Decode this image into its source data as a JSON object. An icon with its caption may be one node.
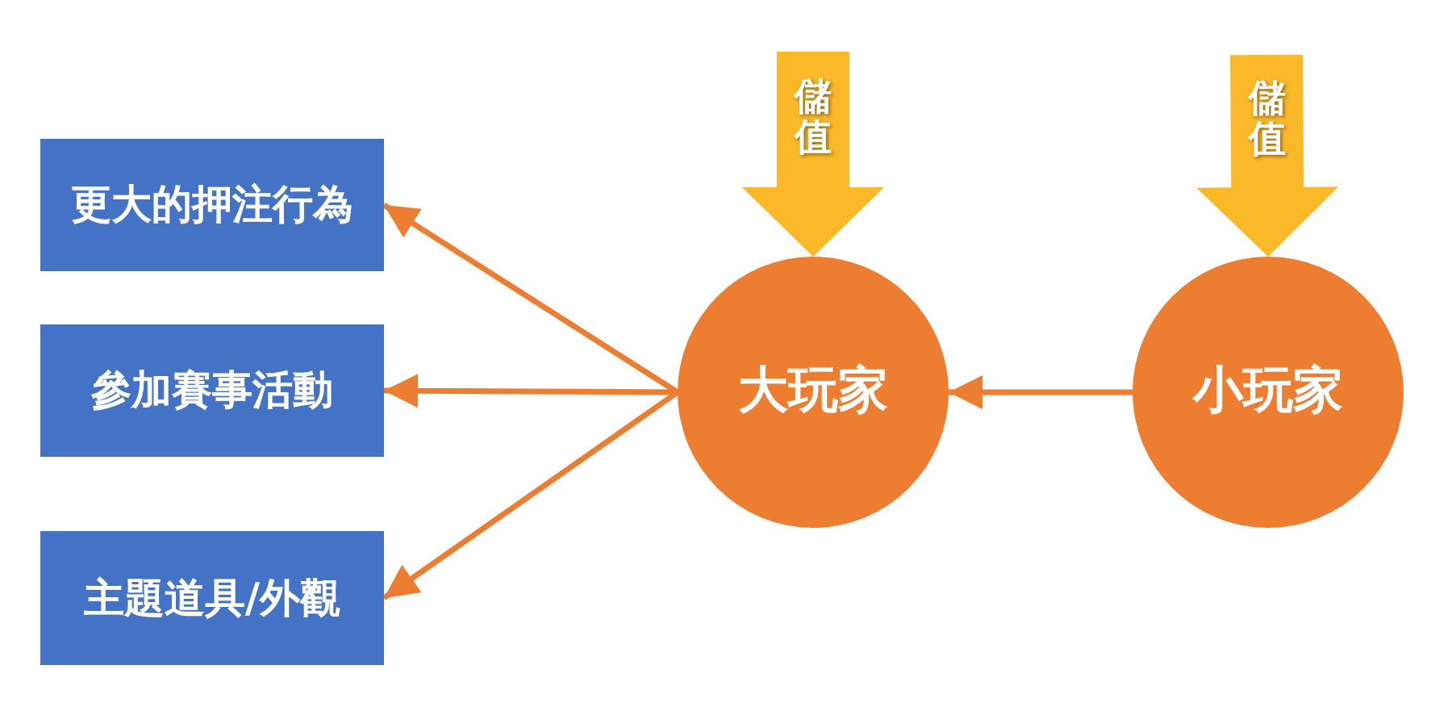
{
  "diagram": {
    "nodes": [
      {
        "text": [
          "更大的押注行為"
        ]
      },
      {
        "text": [
          "參加賽事活動"
        ]
      },
      {
        "text": [
          "主題道具/外觀"
        ]
      },
      {
        "text": [
          "大玩家"
        ]
      },
      {
        "text": [
          "小玩家"
        ]
      }
    ],
    "edges": [
      {
        "from": 3,
        "to": 0,
        "arrow": "to"
      },
      {
        "from": 3,
        "to": 1,
        "arrow": "to"
      },
      {
        "from": 3,
        "to": 2,
        "arrow": "to"
      },
      {
        "from": 4,
        "to": 3,
        "arrow": "to"
      },
      {
        "from": null,
        "to": 3,
        "arrow": "to",
        "label": "儲值",
        "style": "thick",
        "color": "#fbb829"
      },
      {
        "from": null,
        "to": 4,
        "arrow": "to",
        "label": "儲值",
        "style": "thick",
        "color": "#fbb829"
      }
    ]
  }
}
